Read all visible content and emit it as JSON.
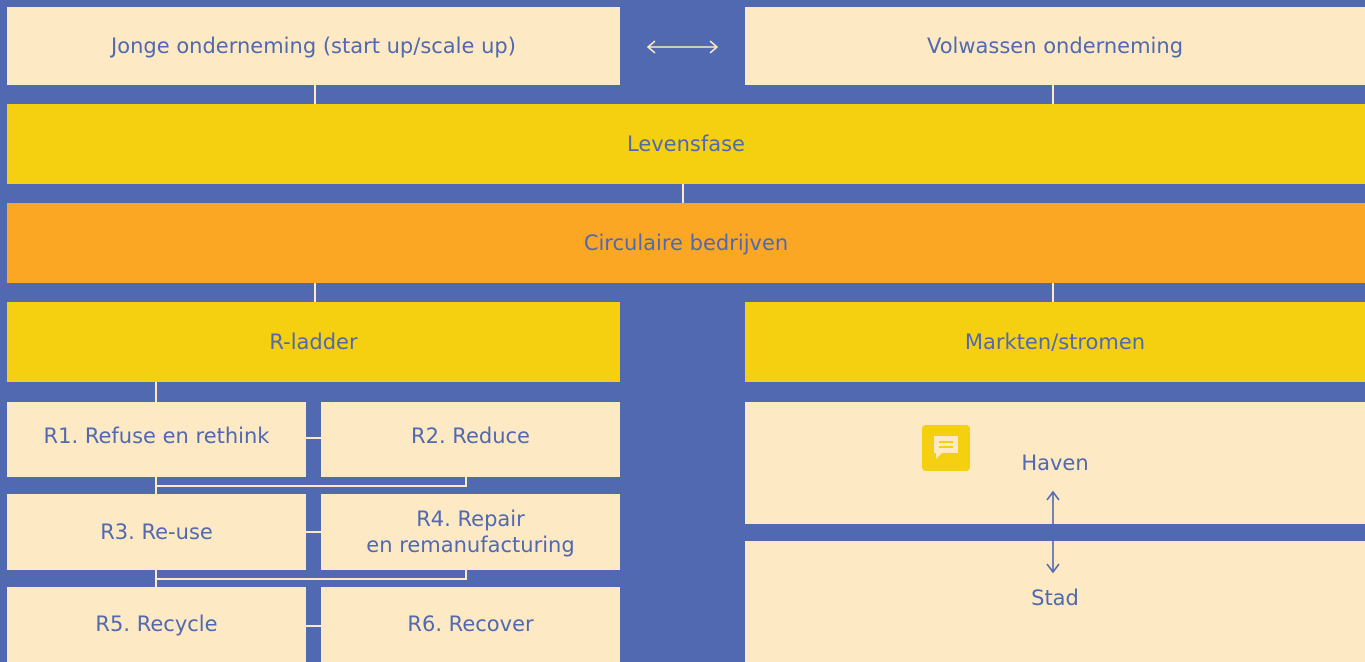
{
  "top": {
    "left_label": "Jonge onderneming (start up/scale up)",
    "right_label": "Volwassen onderneming"
  },
  "levensfase": "Levensfase",
  "circulaire": "Circulaire bedrijven",
  "r_ladder": {
    "title": "R-ladder",
    "items": [
      "R1. Refuse en rethink",
      "R2. Reduce",
      "R3. Re-use",
      "R4. Repair\nen remanufacturing",
      "R5. Recycle",
      "R6. Recover"
    ]
  },
  "markten": {
    "title": "Markten/stromen",
    "haven": "Haven",
    "stad": "Stad"
  },
  "icons": {
    "bidirectional_horizontal": "double-arrow-horizontal",
    "bidirectional_vertical": "double-arrow-vertical",
    "note": "speech-bubble-note-icon"
  },
  "colors": {
    "background": "#5069b0",
    "cream": "#fde9c3",
    "yellow": "#f4d010",
    "orange": "#fba723"
  }
}
